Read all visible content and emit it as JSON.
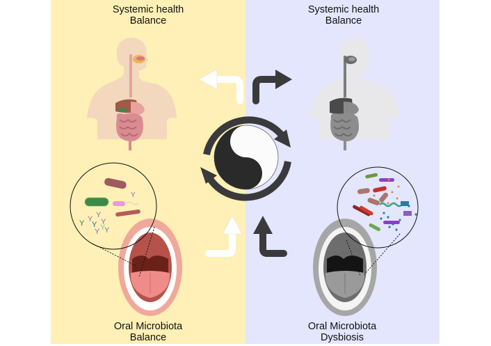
{
  "left_panel": {
    "top_label": {
      "line1": "Systemic health",
      "line2": "Balance"
    },
    "bottom_label": {
      "line1": "Oral Microbiota",
      "line2": "Balance"
    },
    "background_color": "#fef0b6",
    "theme": "healthy"
  },
  "right_panel": {
    "top_label": {
      "line1": "Systemic health",
      "line2": "Balance"
    },
    "bottom_label": {
      "line1": "Oral Microbiota",
      "line2": "Dysbiosis"
    },
    "background_color": "#e3e6fd",
    "theme": "dysbiosis"
  },
  "center": {
    "symbol": "yin-yang",
    "cycle_arrows": "circular-arrows",
    "arrow_colors": {
      "light": "#ffffff",
      "dark": "#3a3a3c"
    }
  }
}
